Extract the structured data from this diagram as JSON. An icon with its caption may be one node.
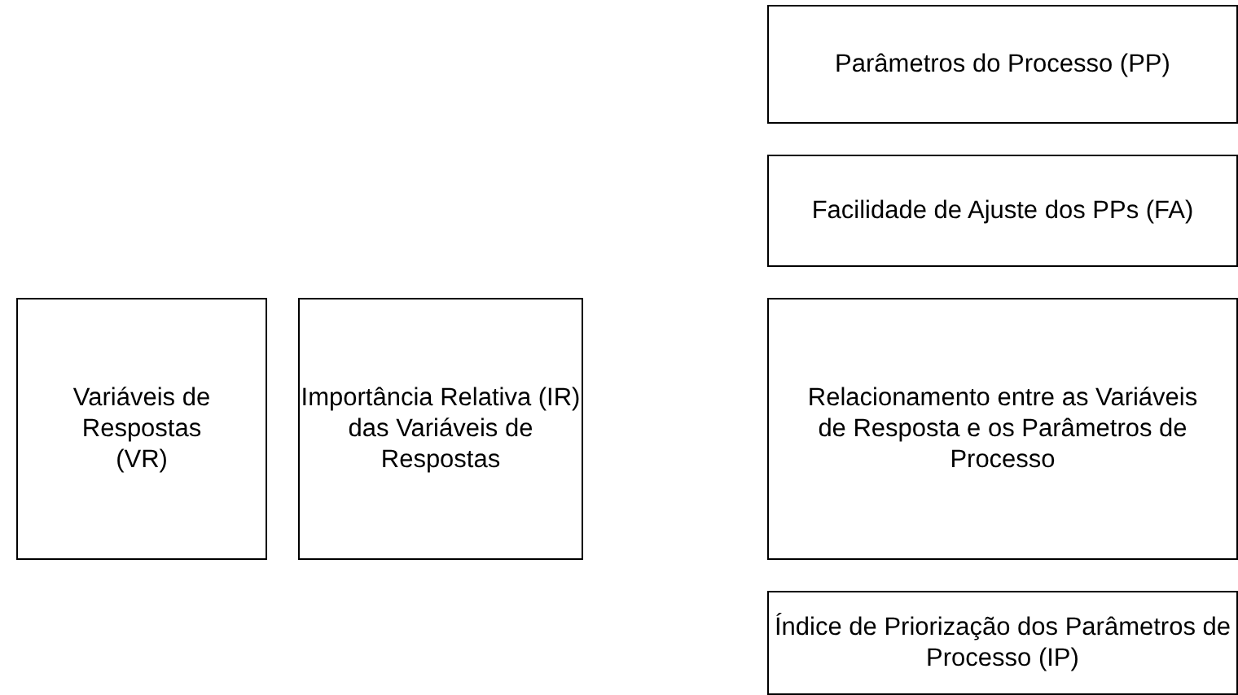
{
  "diagram": {
    "nodes": [
      {
        "text": [
          "Parâmetros do Processo (PP)"
        ]
      },
      {
        "text": [
          "Facilidade de Ajuste dos PPs (FA)"
        ]
      },
      {
        "text": [
          "Variáveis de Respostas (VR)"
        ]
      },
      {
        "text": [
          "Importância Relativa (IR) das Variáveis de Respostas"
        ]
      },
      {
        "text": [
          "Relacionamento entre as Variáveis de Resposta e os Parâmetros de Processo"
        ]
      },
      {
        "text": [
          "Índice de Priorização dos Parâmetros de Processo (IP)"
        ]
      }
    ]
  }
}
